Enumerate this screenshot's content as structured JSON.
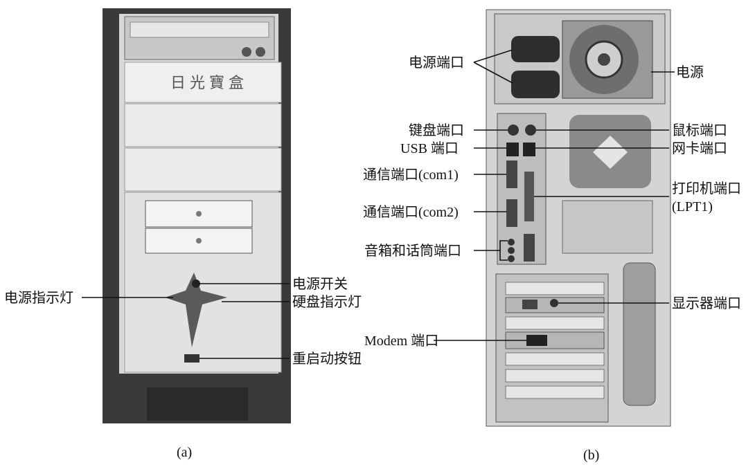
{
  "figure_a": {
    "caption": "(a)",
    "panel_text": "日光寶盒",
    "labels": {
      "power_switch": "电源开关",
      "power_indicator": "电源指示灯",
      "hdd_indicator": "硬盘指示灯",
      "reset_button": "重启动按钮"
    }
  },
  "figure_b": {
    "caption": "(b)",
    "labels": {
      "power_port": "电源端口",
      "power_supply": "电源",
      "keyboard_port": "键盘端口",
      "mouse_port": "鼠标端口",
      "usb_port": "USB 端口",
      "nic_port": "网卡端口",
      "com1_port": "通信端口(com1)",
      "com2_port": "通信端口(com2)",
      "printer_port_1": "打印机端口",
      "printer_port_2": "(LPT1)",
      "audio_port": "音箱和话筒端口",
      "display_port": "显示器端口",
      "modem_port": "Modem 端口"
    }
  }
}
